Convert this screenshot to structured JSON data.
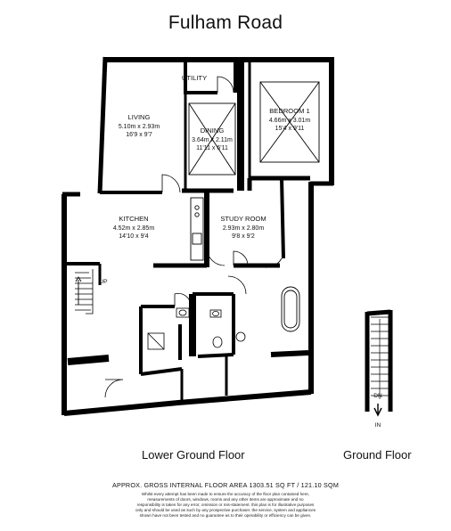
{
  "title": "Fulham Road",
  "rooms": {
    "utility": {
      "name": "UTILITY"
    },
    "living": {
      "name": "LIVING",
      "metric": "5.10m x 2.93m",
      "imperial": "16'9 x 9'7"
    },
    "dining": {
      "name": "DINING",
      "metric": "3.64m x 2.11m",
      "imperial": "11'11 x 6'11"
    },
    "bedroom": {
      "name": "BEDROOM 1",
      "metric": "4.66m x 3.01m",
      "imperial": "15'4 x 9'11"
    },
    "kitchen": {
      "name": "KITCHEN",
      "metric": "4.52m x 2.85m",
      "imperial": "14'10 x 9'4"
    },
    "study": {
      "name": "STUDY ROOM",
      "metric": "2.93m x 2.80m",
      "imperial": "9'8 x 9'2"
    }
  },
  "stairs": {
    "up_label": "UP",
    "down_label": "DN",
    "entrance_label": "IN"
  },
  "floors": {
    "lower": "Lower Ground Floor",
    "ground": "Ground Floor"
  },
  "area_text": "APPROX. GROSS INTERNAL FLOOR AREA 1303.51 SQ FT / 121.10 SQM",
  "disclaimer": [
    "Whilst every attempt has been made to ensure the accuracy of the floor plan contained here,",
    "measurements of doors, windows, rooms and any other items are approximate and no",
    "responsibility is taken for any error, omission or mis-statement. this plan is for illustrative purposes",
    "only and should be used as such by any prospective purchaser. the service, system and appliances",
    "shown have not been tested and no guarantee as to their operability or efficiency can be given."
  ]
}
